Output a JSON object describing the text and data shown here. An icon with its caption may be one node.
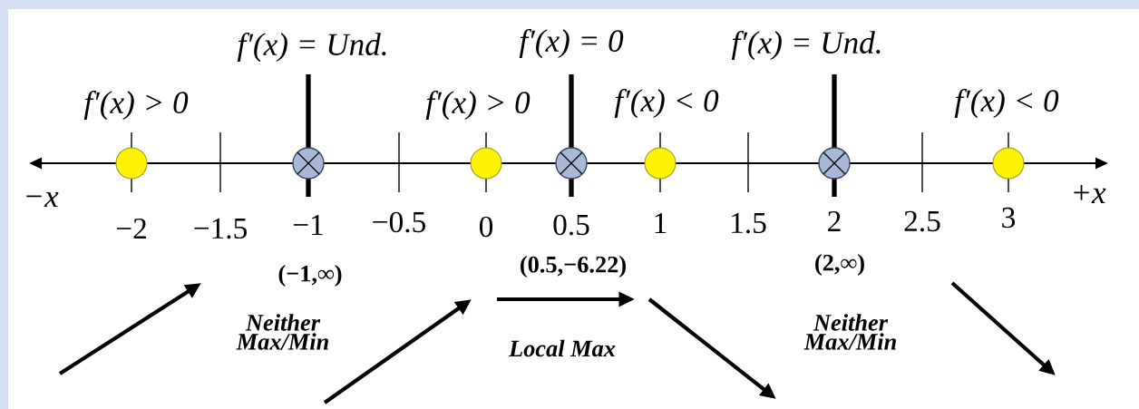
{
  "diagram": {
    "labels": [
      "f′(x) = Und.",
      "f′(x) = 0",
      "f′(x) = Und.",
      "f′(x) > 0",
      "f′(x) > 0",
      "f′(x) < 0",
      "f′(x) < 0",
      "−x",
      "+x",
      "−2",
      "−1.5",
      "−1",
      "−0.5",
      "0",
      "0.5",
      "1",
      "1.5",
      "2",
      "2.5",
      "3",
      "(−1,∞)",
      "(0.5,−6.22)",
      "(2,∞)",
      "Neither Max/Min",
      "Local Max",
      "Neither Max/Min"
    ]
  }
}
